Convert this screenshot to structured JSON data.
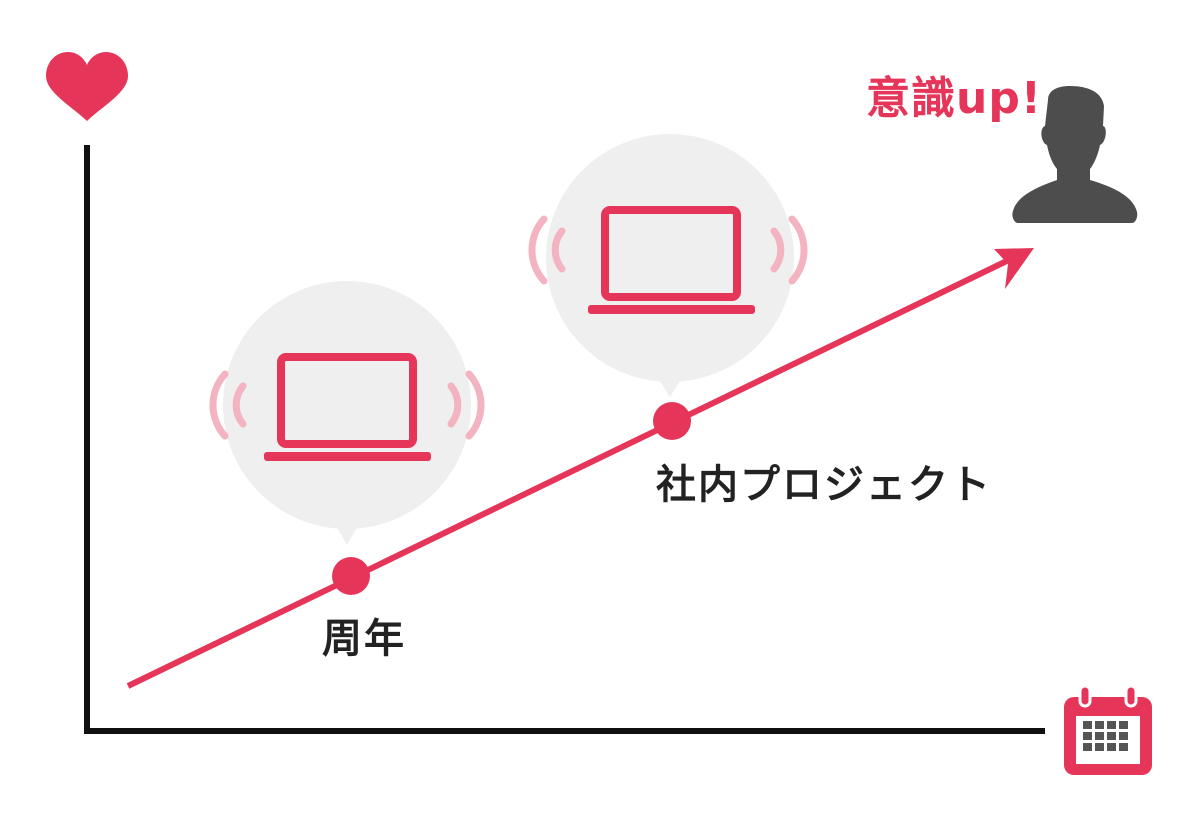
{
  "labels": {
    "awareness": "意識up!",
    "milestone_1": "周年",
    "milestone_2": "社内プロジェクト"
  },
  "icons": {
    "y_axis": "heart-icon",
    "x_axis": "calendar-icon",
    "person": "person-silhouette-icon",
    "device": "laptop-icon",
    "signal": "broadcast-waves-icon"
  },
  "colors": {
    "accent": "#e5365a",
    "accent_light": "#f3b3c0",
    "axis": "#111111",
    "bubble": "#efefef",
    "person": "#4d4d4d"
  }
}
